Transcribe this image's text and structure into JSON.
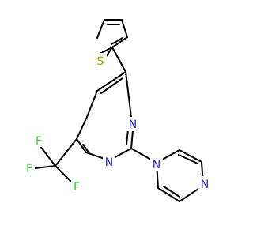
{
  "molecule": {
    "atoms": {
      "s1": {
        "symbol": "S",
        "color": "#b8a200"
      },
      "n_ring_top": {
        "symbol": "N",
        "color": "#2a2adb"
      },
      "n_ring_bottom": {
        "symbol": "N",
        "color": "#2a2adb"
      },
      "n_imid_1": {
        "symbol": "N",
        "color": "#2a2adb"
      },
      "n_imid_3": {
        "symbol": "N",
        "color": "#2a2adb"
      },
      "f1": {
        "symbol": "F",
        "color": "#33cc33"
      },
      "f2": {
        "symbol": "F",
        "color": "#33cc33"
      },
      "f3": {
        "symbol": "F",
        "color": "#33cc33"
      }
    },
    "bond_color": "#000000"
  }
}
